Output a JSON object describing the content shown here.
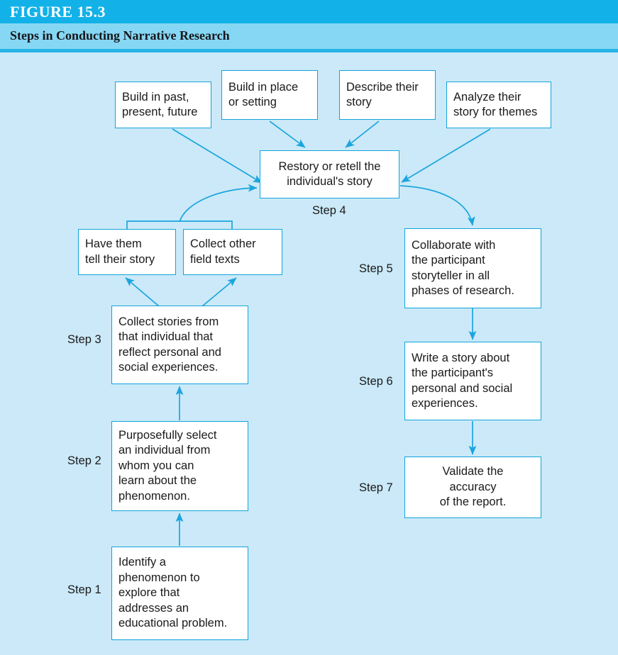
{
  "figure": {
    "number_label": "FIGURE 15.3",
    "title": "Steps in Conducting Narrative Research",
    "colors": {
      "title_band": "#12B2E8",
      "subtitle_band": "#86D7F4",
      "rule": "#26B4E6",
      "canvas": "#CBE9F8",
      "box_border": "#12A4DC",
      "box_fill": "#FFFFFF",
      "arrow": "#1BA5DE",
      "text": "#1A1A1A"
    }
  },
  "restory_inputs": [
    {
      "id": "build-past-present-future",
      "text": "Build in past,\npresent, future"
    },
    {
      "id": "build-place-setting",
      "text": "Build in place\nor setting"
    },
    {
      "id": "describe-story",
      "text": "Describe their\nstory"
    },
    {
      "id": "analyze-themes",
      "text": "Analyze their\nstory for themes"
    }
  ],
  "steps": [
    {
      "id": "step-1",
      "label": "Step 1",
      "text": "Identify a\nphenomenon to\nexplore that\naddresses an\neducational problem."
    },
    {
      "id": "step-2",
      "label": "Step 2",
      "text": "Purposefully select\nan individual from\nwhom you can\nlearn about the\nphenomenon."
    },
    {
      "id": "step-3",
      "label": "Step 3",
      "text": "Collect stories from\nthat individual that\nreflect personal and\nsocial experiences."
    },
    {
      "id": "step-4",
      "label": "Step 4",
      "text": "Restory or retell the\nindividual's story"
    },
    {
      "id": "step-5",
      "label": "Step 5",
      "text": "Collaborate with\nthe participant\nstoryteller in all\nphases of research."
    },
    {
      "id": "step-6",
      "label": "Step 6",
      "text": "Write a story about\nthe participant's\npersonal and social\nexperiences."
    },
    {
      "id": "step-7",
      "label": "Step 7",
      "text": "Validate the\naccuracy\nof the report."
    }
  ],
  "step3_outputs": [
    {
      "id": "have-them-tell-story",
      "text": "Have them\ntell their story"
    },
    {
      "id": "collect-field-texts",
      "text": "Collect other\nfield texts"
    }
  ]
}
